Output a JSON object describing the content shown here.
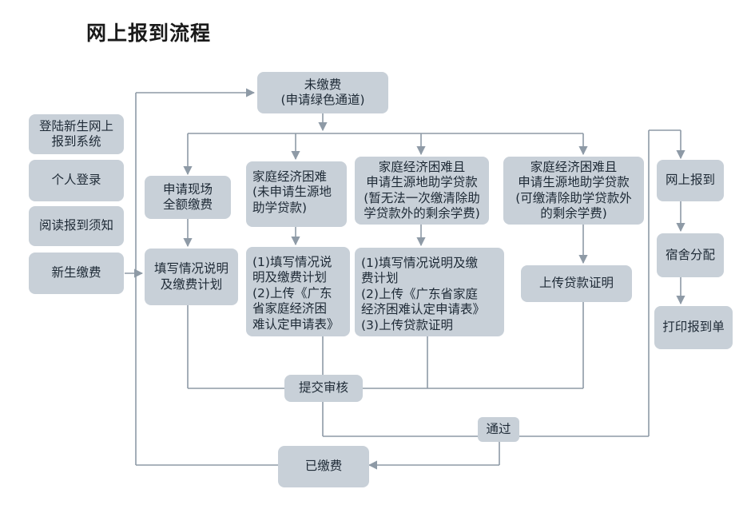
{
  "title": "网上报到流程",
  "nodes": {
    "unpaid": [
      "未缴费",
      "(申请绿色通道)"
    ],
    "login_system": [
      "登陆新生网上",
      "报到系统"
    ],
    "personal_login": [
      "个人登录"
    ],
    "read_notice": [
      "阅读报到须知"
    ],
    "pay_fee": [
      "新生缴费"
    ],
    "onsite_full": [
      "申请现场",
      "全额缴费"
    ],
    "hardship_no_loan": [
      "家庭经济困难",
      "(未申请生源地",
      "助学贷款)"
    ],
    "hardship_loan_partial": [
      "家庭经济困难且",
      "申请生源地助学贷款",
      "(暂无法一次缴清除助",
      "学贷款外的剩余学费)"
    ],
    "hardship_loan_full": [
      "家庭经济困难且",
      "申请生源地助学贷款",
      "(可缴清除助学贷款外",
      "的剩余学费)"
    ],
    "fill_plan": [
      "填写情况说明",
      "及缴费计划"
    ],
    "steps_a": [
      "(1)填写情况说",
      "明及缴费计划",
      "(2)上传《广东",
      "省家庭经济困",
      "难认定申请表》"
    ],
    "steps_b": [
      "(1)填写情况说明及缴",
      "费计划",
      "(2)上传《广东省家庭",
      "经济困难认定申请表》",
      "(3)上传贷款证明"
    ],
    "upload_loan": [
      "上传贷款证明"
    ],
    "submit_review": [
      "提交审核"
    ],
    "passed": [
      "通过"
    ],
    "paid": [
      "已缴费"
    ],
    "online_register": [
      "网上报到"
    ],
    "dorm_assign": [
      "宿舍分配"
    ],
    "print_form": [
      "打印报到单"
    ]
  }
}
